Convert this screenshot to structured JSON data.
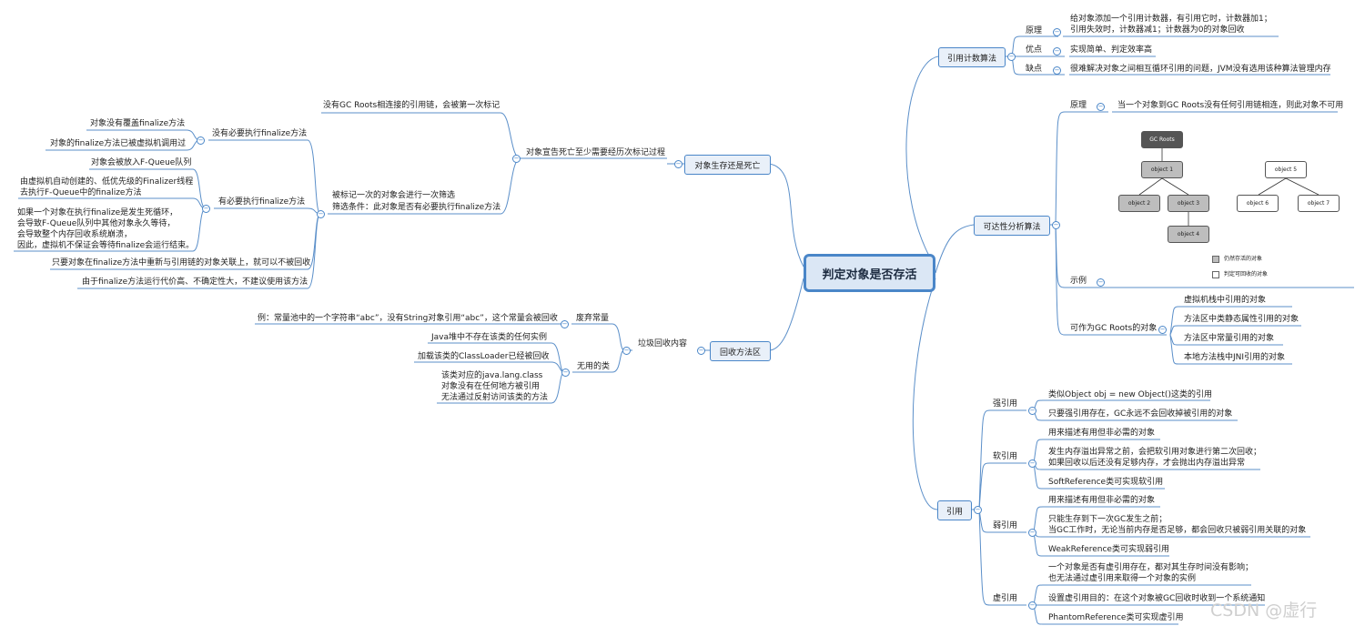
{
  "root": "判定对象是否存活",
  "branch_refcount": {
    "title": "引用计数算法",
    "principle": {
      "label": "原理",
      "line1": "给对象添加一个引用计数器，有引用它时，计数器加1；",
      "line2": "引用失效时，计数器减1；计数器为0的对象回收"
    },
    "pros": {
      "label": "优点",
      "text": "实现简单、判定效率高"
    },
    "cons": {
      "label": "缺点",
      "text": "很难解决对象之间相互循环引用的问题，JVM没有选用该种算法管理内存"
    }
  },
  "branch_reach": {
    "title": "可达性分析算法",
    "principle": {
      "label": "原理",
      "text": "当一个对象到GC Roots没有任何引用链相连，则此对象不可用"
    },
    "example": {
      "label": "示例"
    },
    "diagram": {
      "gcroots": "GC Roots",
      "obj1": "object 1",
      "obj2": "object 2",
      "obj3": "object 3",
      "obj4": "object 4",
      "obj5": "object 5",
      "obj6": "object 6",
      "obj7": "object 7",
      "legend_alive": "仍然存活的对象",
      "legend_dead": "判定可回收的对象"
    },
    "roots": {
      "label": "可作为GC Roots的对象",
      "items": [
        "虚拟机栈中引用的对象",
        "方法区中类静态属性引用的对象",
        "方法区中常量引用的对象",
        "本地方法栈中JNI引用的对象"
      ]
    }
  },
  "branch_refs": {
    "title": "引用",
    "strong": {
      "label": "强引用",
      "item1": "类似Object obj = new Object()这类的引用",
      "item2": "只要强引用存在，GC永远不会回收掉被引用的对象"
    },
    "soft": {
      "label": "软引用",
      "item1": "用来描述有用但非必需的对象",
      "item2a": "发生内存溢出异常之前，会把软引用对象进行第二次回收；",
      "item2b": "如果回收以后还没有足够内存，才会抛出内存溢出异常",
      "item3": "SoftReference类可实现软引用"
    },
    "weak": {
      "label": "弱引用",
      "item1": "用来描述有用但非必需的对象",
      "item2a": "只能生存到下一次GC发生之前；",
      "item2b": "当GC工作时，无论当前内存是否足够，都会回收只被弱引用关联的对象",
      "item3": "WeakReference类可实现弱引用"
    },
    "phantom": {
      "label": "虚引用",
      "item1a": "一个对象是否有虚引用存在，都对其生存时间没有影响；",
      "item1b": "也无法通过虚引用来取得一个对象的实例",
      "item2": "设置虚引用目的：在这个对象被GC回收时收到一个系统通知",
      "item3": "PhantomReference类可实现虚引用"
    }
  },
  "branch_life": {
    "title": "对象生存还是死亡",
    "mark": {
      "label": "对象宣告死亡至少需要经历次标记过程",
      "first": "没有GC Roots相连接的引用链，会被第一次标记",
      "filter1": "被标记一次的对象会进行一次筛选",
      "filter2": "筛选条件：此对象是否有必要执行finalize方法",
      "no_need": {
        "label": "没有必要执行finalize方法",
        "item1": "对象没有覆盖finalize方法",
        "item2": "对象的finalize方法已被虚拟机调用过"
      },
      "need": {
        "label": "有必要执行finalize方法",
        "item1": "对象会被放入F-Queue队列",
        "item2a": "由虚拟机自动创建的、低优先级的Finalizer线程",
        "item2b": "去执行F-Queue中的finalize方法",
        "item3a": "如果一个对象在执行finalize是发生死循环，",
        "item3b": "会导致F-Queue队列中其他对象永久等待，",
        "item3c": "会导致整个内存回收系统崩溃，",
        "item3d": "因此，虚拟机不保证会等待finalize会运行结束。"
      },
      "relink": "只要对象在finalize方法中重新与引用链的对象关联上，就可以不被回收",
      "advice": "由于finalize方法运行代价高、不确定性大，不建议使用该方法"
    }
  },
  "branch_method": {
    "title": "回收方法区",
    "content": {
      "label": "垃圾回收内容",
      "const": {
        "label": "废弃常量",
        "example": "例：常量池中的一个字符串“abc”，没有String对象引用“abc”，这个常量会被回收"
      },
      "cls": {
        "label": "无用的类",
        "item1": "Java堆中不存在该类的任何实例",
        "item2": "加载该类的ClassLoader已经被回收",
        "item3a": "该类对应的java.lang.class",
        "item3b": "对象没有在任何地方被引用",
        "item3c": "无法通过反射访问该类的方法"
      }
    }
  },
  "watermark": "CSDN @虚行"
}
